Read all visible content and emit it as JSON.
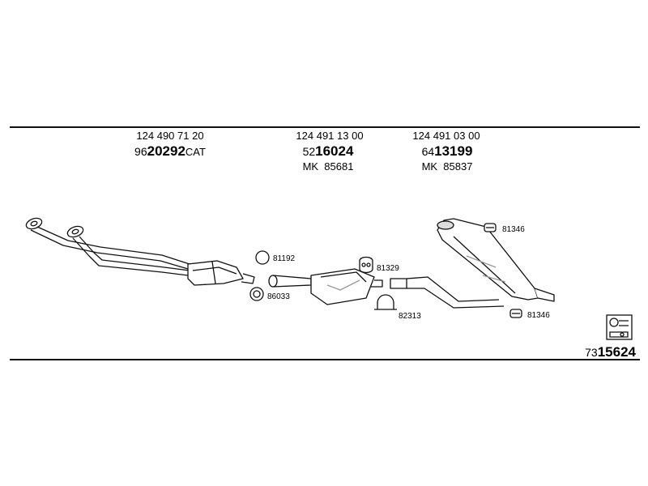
{
  "columns": [
    {
      "oe_number": "124 490 71 20",
      "part_prefix": "96",
      "part_main": "20292",
      "part_suffix": "CAT"
    },
    {
      "oe_number": "124 491 13 00",
      "part_prefix": "52",
      "part_main": "16024",
      "mk": "MK  85681"
    },
    {
      "oe_number": "124 491 03 00",
      "part_prefix": "64",
      "part_main": "13199",
      "mk": "MK  85837"
    }
  ],
  "labels": {
    "ring_81192": "81192",
    "gasket_86033": "86033",
    "hanger_81329": "81329",
    "clamp_82313": "82313",
    "rubber_81346_top": "81346",
    "rubber_81346_bottom": "81346"
  },
  "diagram_code": {
    "prefix": "73",
    "main": "15624"
  },
  "colors": {
    "line": "#111111",
    "part_fill": "#ffffff",
    "shade": "#bdbdbd",
    "background": "#ffffff"
  }
}
